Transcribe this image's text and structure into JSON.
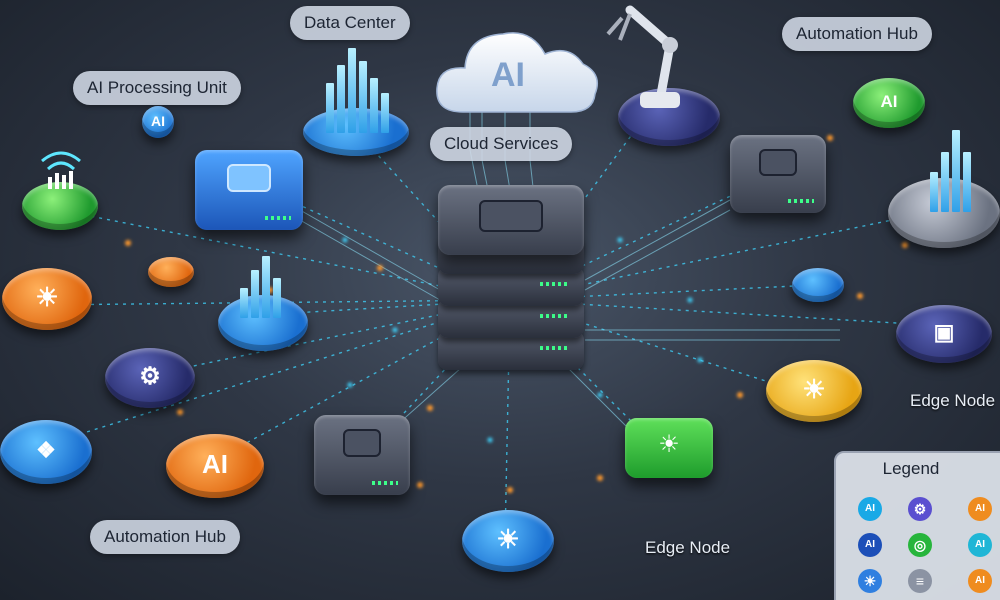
{
  "labels": {
    "data_center": "Data Center",
    "automation_hub_top": "Automation Hub",
    "ai_processing_unit": "AI Processing Unit",
    "cloud_services": "Cloud Services",
    "edge_node_right": "Edge Node",
    "automation_hub_bottom": "Automation Hub",
    "edge_node_bottom": "Edge Node"
  },
  "cloud_text": "AI",
  "ai_badge": "AI",
  "icons": {
    "ai_disc_orange": "AI",
    "ai_disc_green": "AI"
  },
  "legend": {
    "title": "Legend",
    "items": [
      {
        "text": "AI",
        "color": "#19a9e6"
      },
      {
        "text": "",
        "color": "#5a4fd0",
        "icon": "gear-icon"
      },
      {
        "text": "AI",
        "color": "#ef8c1f"
      },
      {
        "text": "AI",
        "color": "#1c4fb8"
      },
      {
        "text": "",
        "color": "#27b53c",
        "icon": "ring-icon"
      },
      {
        "text": "AI",
        "color": "#1fb6d6"
      },
      {
        "text": "",
        "color": "#2f7fe0",
        "icon": "sun-icon"
      },
      {
        "text": "",
        "color": "#8b93a3",
        "icon": "server-icon"
      },
      {
        "text": "AI",
        "color": "#ef8c1f"
      }
    ]
  },
  "colors": {
    "link_glow": "#3fd6ff",
    "accent_orange": "#ff9a2e"
  }
}
